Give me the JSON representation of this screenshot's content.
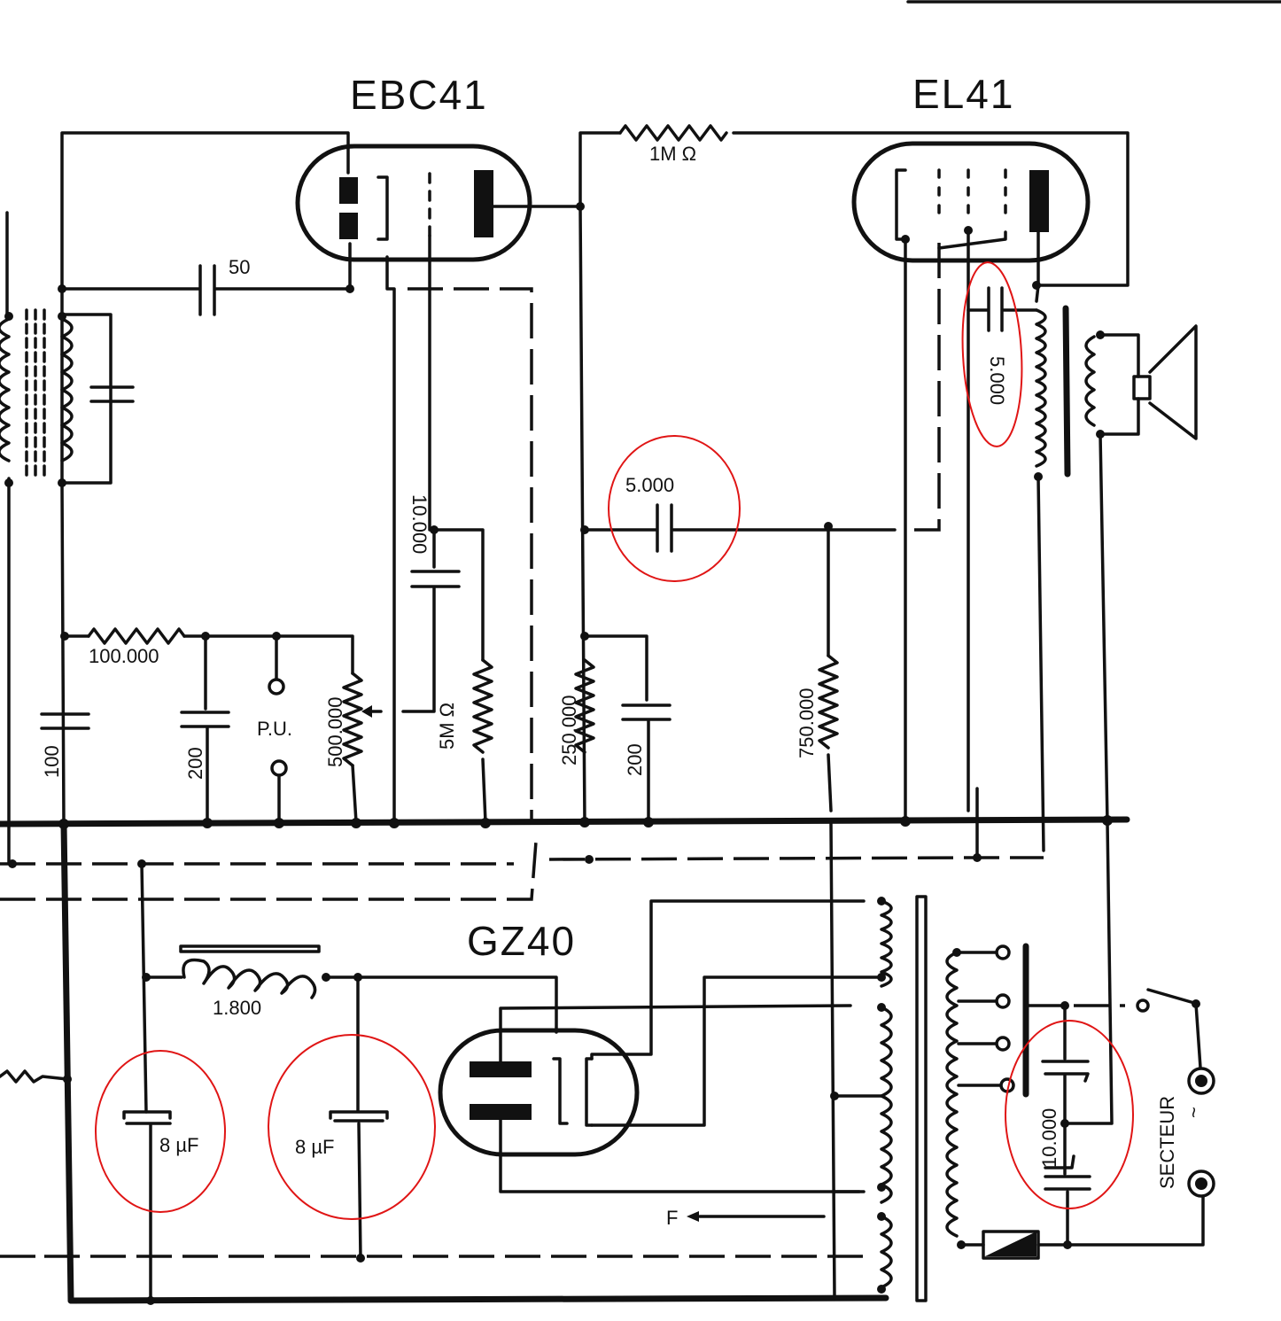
{
  "tubes": {
    "ebc41": "EBC41",
    "el41": "EL41",
    "gz40": "GZ40"
  },
  "components": {
    "c_50": "50",
    "r_1m": "1M Ω",
    "c_5000_coupling": "5.000",
    "c_5000_anode": "5.000",
    "c_10000_grid": "10.000",
    "r_100000": "100.000",
    "c_100": "100",
    "c_200_pu": "200",
    "pu": "P.U.",
    "pot_500000": "500.000",
    "r_5m": "5M Ω",
    "r_250000": "250.000",
    "c_200_el": "200",
    "r_750000": "750.000",
    "choke_1800": "1.800",
    "c_8uf_1": "8 µF",
    "c_8uf_2": "8 µF",
    "c_10000_mains": "10.000",
    "secteur": "SECTEUR",
    "ac_symbol": "~",
    "f_label": "F"
  },
  "highlight_color": "#e01515"
}
